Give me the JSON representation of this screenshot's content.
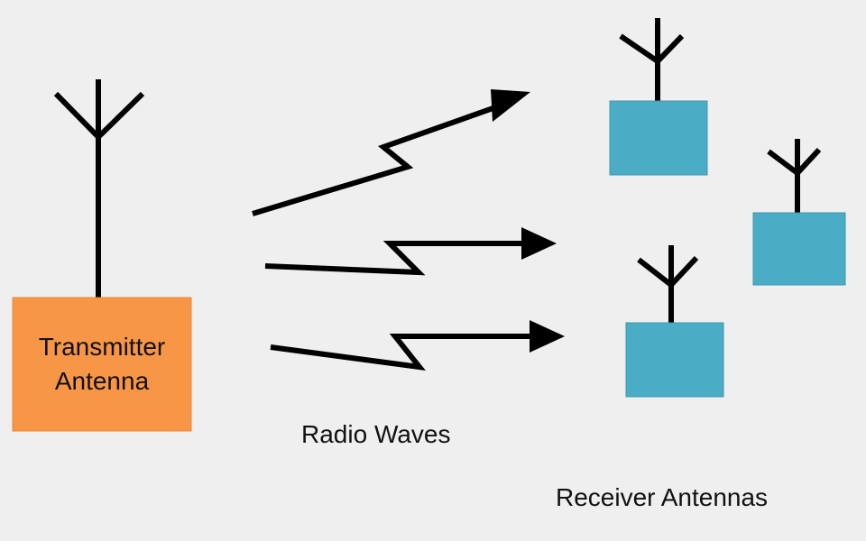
{
  "labels": {
    "transmitter_line1": "Transmitter",
    "transmitter_line2": "Antenna",
    "radio_waves": "Radio Waves",
    "receiver_antennas": "Receiver Antennas"
  },
  "colors": {
    "background": "#efefef",
    "transmitter_box": "#f79646",
    "transmitter_border": "#e07f30",
    "receiver_box": "#4bacc6",
    "receiver_border": "#3e97ae",
    "line": "#000000"
  },
  "icons": {
    "transmitter": "antenna-icon",
    "receiver": "antenna-icon",
    "wave": "lightning-arrow-icon"
  }
}
